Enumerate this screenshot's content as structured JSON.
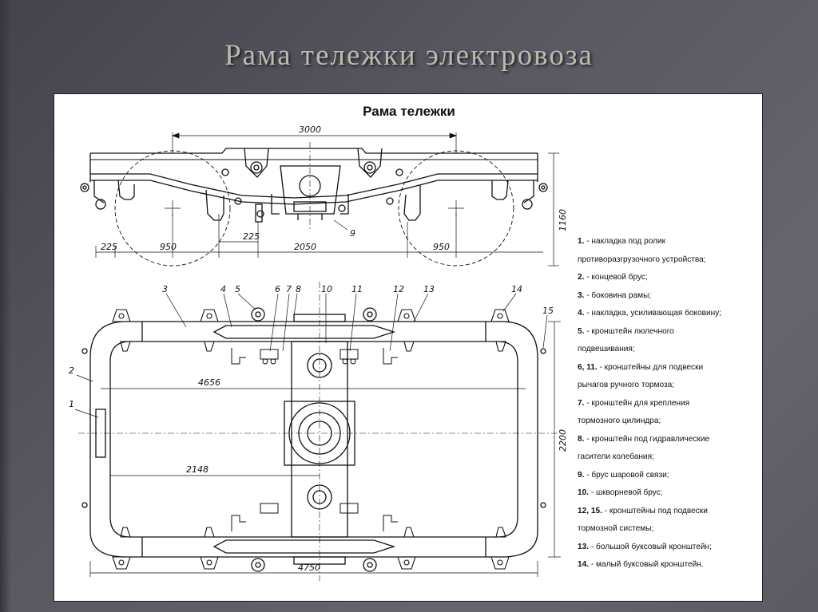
{
  "slide_title": "Рама тележки электровоза",
  "diagram": {
    "title": "Рама тележки",
    "side_view_dims": {
      "wheelbase": "3000",
      "height": "1160",
      "d225_left": "225",
      "d950_left": "950",
      "d225_mid": "225",
      "d2050": "2050",
      "d950_right": "950"
    },
    "plan_view_dims": {
      "d4656": "4656",
      "d2148": "2148",
      "d2200": "2200",
      "d4750": "4750"
    },
    "callouts": {
      "n1": "1",
      "n2": "2",
      "n3": "3",
      "n4": "4",
      "n5": "5",
      "n6": "6",
      "n7": "7",
      "n8": "8",
      "n9": "9",
      "n10": "10",
      "n11": "11",
      "n12": "12",
      "n13": "13",
      "n14": "14",
      "n15": "15"
    }
  },
  "legend": [
    {
      "num": "1.",
      "text": "- накладка под ролик"
    },
    {
      "num": "",
      "text": "противоразгрузочного устройства;"
    },
    {
      "num": "2.",
      "text": "- концевой брус;"
    },
    {
      "num": "3.",
      "text": "- боковина рамы;"
    },
    {
      "num": "4.",
      "text": "- накладка, усиливающая боковину;"
    },
    {
      "num": "5.",
      "text": "- кронштейн люлечного"
    },
    {
      "num": "",
      "text": "подвешивания;"
    },
    {
      "num": "6, 11.",
      "text": "- кронштейны для подвески"
    },
    {
      "num": "",
      "text": "рычагов ручного тормоза;"
    },
    {
      "num": "7.",
      "text": "- кронштейн для крепления"
    },
    {
      "num": "",
      "text": "тормозного цилиндра;"
    },
    {
      "num": "8.",
      "text": "- кронштейн под гидравлические"
    },
    {
      "num": "",
      "text": "гасители колебания;"
    },
    {
      "num": "9.",
      "text": "- брус шаровой связи;"
    },
    {
      "num": "10.",
      "text": "- шкворневой брус;"
    },
    {
      "num": "12, 15.",
      "text": "- кронштейны под подвески"
    },
    {
      "num": "",
      "text": "тормозной системы;"
    },
    {
      "num": "13.",
      "text": "- большой буксовый кронштейн;"
    },
    {
      "num": "14.",
      "text": "- малый буксовый кронштейн."
    }
  ]
}
